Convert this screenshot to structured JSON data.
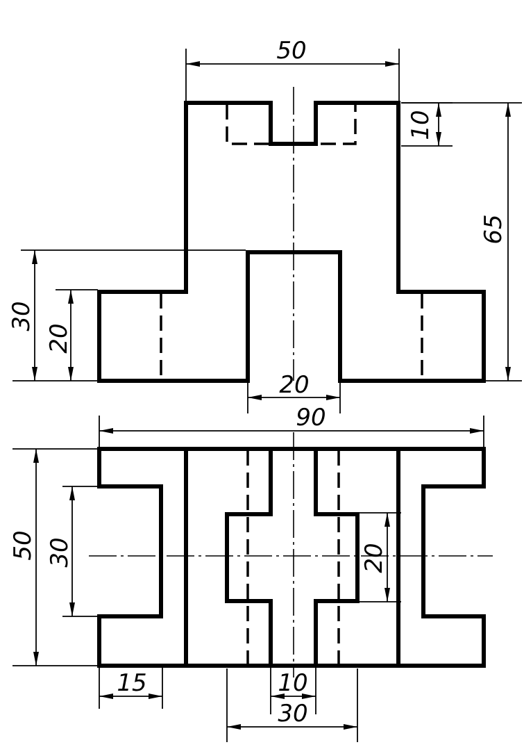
{
  "drawing": {
    "front_view": {
      "dims": {
        "top_width": "50",
        "slot_depth": "10",
        "total_height": "65",
        "step_height": "30",
        "base_height": "20",
        "center_slot": "20"
      }
    },
    "top_view": {
      "dims": {
        "overall_width": "90",
        "depth": "50",
        "notch_height": "30",
        "cross_height": "20",
        "flange_width": "15",
        "rib_width": "10",
        "cross_width": "30"
      }
    }
  }
}
